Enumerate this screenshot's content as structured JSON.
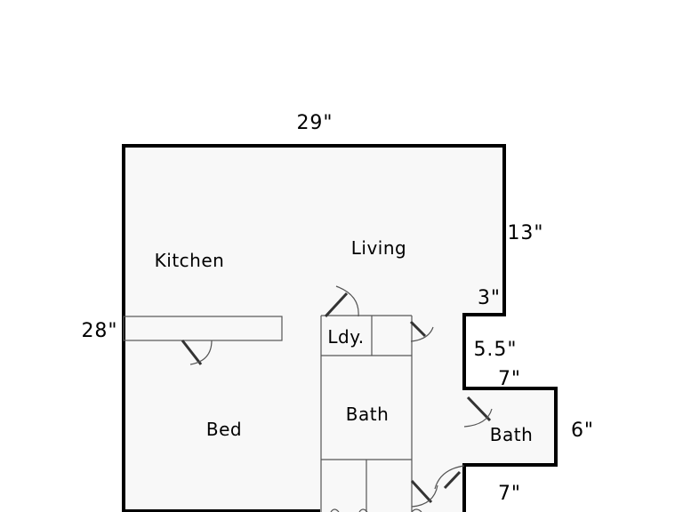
{
  "dimensions": {
    "top_width": "29\"",
    "left_height": "28\"",
    "right_upper": "13\"",
    "step_in": "3\"",
    "step_down": "5.5\"",
    "bump_top": "7\"",
    "bump_height": "6\"",
    "bump_bottom": "7\""
  },
  "rooms": {
    "kitchen": "Kitchen",
    "living": "Living",
    "laundry": "Ldy.",
    "bath_main": "Bath",
    "bath_side": "Bath",
    "bed": "Bed"
  },
  "colors": {
    "floor": "#f8f8f8",
    "outer_wall": "#000000",
    "inner_wall": "#555555",
    "background": "#ffffff"
  }
}
